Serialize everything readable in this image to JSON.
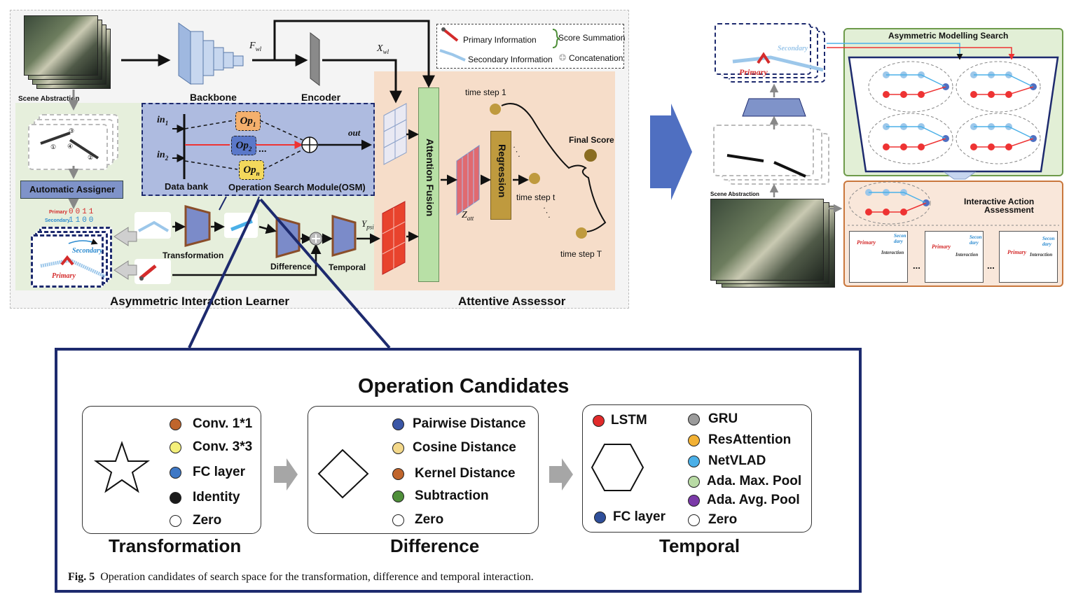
{
  "top_left": {
    "scene_abstraction": "Scene Abstraction",
    "backbone": "Backbone",
    "encoder": "Encoder",
    "f_wl": "F",
    "f_wl_sub": "wl",
    "x_wl": "X",
    "x_wl_sub": "wl",
    "automatic_assigner": "Automatic Assigner",
    "asym_learner": "Asymmetric Interaction Learner",
    "attentive_assessor": "Attentive Assessor",
    "transformation": "Transformation",
    "difference": "Difference",
    "temporal": "Temporal",
    "osm": "OSM",
    "y_psi": "Y",
    "y_psi_sub": "psi",
    "primary": "Primary",
    "secondary": "Secondary",
    "matrix_primary_row": "0011",
    "matrix_secondary_row": "1100",
    "matrix_primary_label": "Primary",
    "matrix_secondary_label": "Secondary"
  },
  "osm_box": {
    "in1": "in",
    "in1_sub": "1",
    "in2": "in",
    "in2_sub": "2",
    "op1": "Op",
    "op1_sub": "1",
    "op2": "Op",
    "op2_sub": "2",
    "opn": "Op",
    "opn_sub": "n",
    "ellipsis": "...",
    "out": "out",
    "data_bank": "Data bank",
    "module_label": "Operation Search Module(OSM)"
  },
  "legend": {
    "primary_info": "Primary Information",
    "secondary_info": "Secondary Information",
    "score_summation": "Score Summation",
    "concatenation": "Concatenation"
  },
  "assessor": {
    "attention_fusion": "Attention Fusion",
    "regression": "Regression",
    "z_att": "Z",
    "z_att_sub": "att",
    "time_step_1": "time step 1",
    "time_step_t": "time step t",
    "time_step_T": "time step T",
    "final_score": "Final Score",
    "dots": "·  ·  ·"
  },
  "right_panel": {
    "asym_search": "Asymmetric Modelling Search",
    "interactive_assessment_line1": "Interactive Action",
    "interactive_assessment_line2": "Assessment",
    "automatic_assigner_line1": "Automatic",
    "automatic_assigner_line2": "Assigner",
    "scene_abstraction": "Scene Abstraction",
    "primary": "Primary",
    "secondary": "Secondary",
    "interaction": "Interaction",
    "secondary_split": "Secon dary",
    "ellipsis": "..."
  },
  "candidates": {
    "heading": "Operation Candidates",
    "transformation": {
      "title": "Transformation",
      "items": [
        "Conv. 1*1",
        "Conv. 3*3",
        "FC layer",
        "Identity",
        "Zero"
      ],
      "colors": [
        "#c0652c",
        "#f4f07a",
        "#3e78c6",
        "#1a1a1a",
        "#ffffff"
      ]
    },
    "difference": {
      "title": "Difference",
      "items": [
        "Pairwise Distance",
        "Cosine Distance",
        "Kernel Distance",
        "Subtraction",
        "Zero"
      ],
      "colors": [
        "#3a56a6",
        "#f3d88a",
        "#c0652c",
        "#4f8f3a",
        "#ffffff"
      ]
    },
    "temporal": {
      "title": "Temporal",
      "items_left": [
        "LSTM",
        "FC layer"
      ],
      "colors_left": [
        "#e12a2a",
        "#2f4f9a"
      ],
      "items_right": [
        "GRU",
        "ResAttention",
        "NetVLAD",
        "Ada. Max. Pool",
        "Ada. Avg. Pool",
        "Zero"
      ],
      "colors_right": [
        "#9b9b9b",
        "#f2b134",
        "#4bb0e8",
        "#b9dba5",
        "#7b3aa8",
        "#ffffff"
      ]
    }
  },
  "caption": {
    "label": "Fig. 5",
    "text": "Operation candidates of search space for the transformation, difference and temporal interaction."
  }
}
